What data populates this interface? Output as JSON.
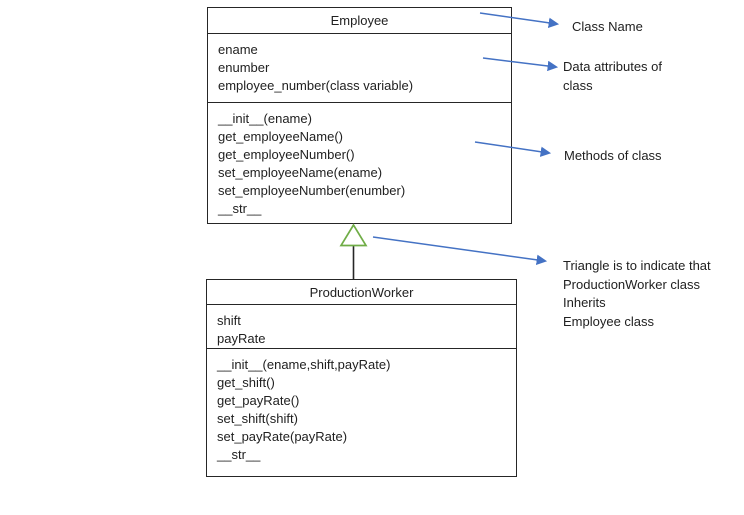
{
  "diagram": {
    "classes": [
      {
        "name": "Employee",
        "attributes": [
          "ename",
          "enumber",
          "employee_number(class variable)"
        ],
        "methods": [
          "__init__(ename)",
          "get_employeeName()",
          "get_employeeNumber()",
          "set_employeeName(ename)",
          "set_employeeNumber(enumber)",
          "__str__"
        ]
      },
      {
        "name": "ProductionWorker",
        "attributes": [
          "shift",
          "payRate"
        ],
        "methods": [
          "__init__(ename,shift,payRate)",
          "get_shift()",
          "get_payRate()",
          "set_shift(shift)",
          "set_payRate(payRate)",
          "__str__"
        ]
      }
    ],
    "annotations": {
      "class_name": {
        "lines": [
          "Class Name"
        ]
      },
      "data_attributes": {
        "lines": [
          "Data attributes of",
          "class"
        ]
      },
      "methods": {
        "lines": [
          "Methods of class"
        ]
      },
      "triangle_note": {
        "lines": [
          "Triangle is to indicate that",
          "ProductionWorker class",
          "Inherits",
          "Employee class"
        ]
      }
    },
    "colors": {
      "arrow_blue": "#4472C4",
      "triangle_green": "#70AD47",
      "line_black": "#262626"
    }
  }
}
